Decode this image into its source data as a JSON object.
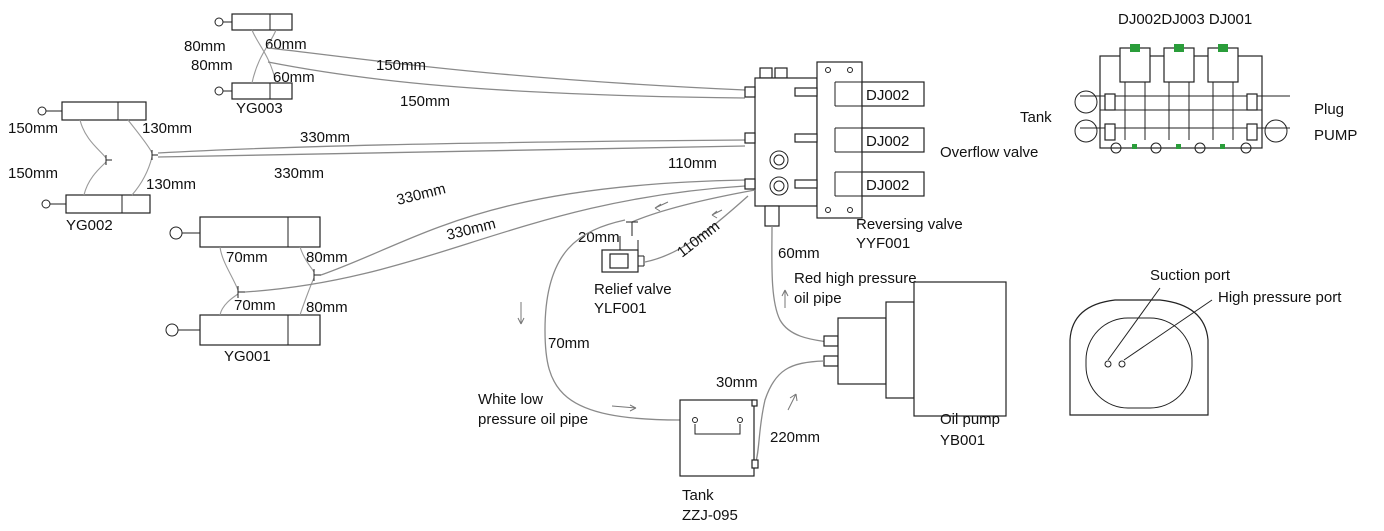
{
  "labels": {
    "yg003": "YG003",
    "yg002": "YG002",
    "yg001": "YG001",
    "l80a": "80mm",
    "l80b": "80mm",
    "l60a": "60mm",
    "l60b": "60mm",
    "l150a": "150mm",
    "l150b": "150mm",
    "l150c": "150mm",
    "l150d": "150mm",
    "l130a": "130mm",
    "l130b": "130mm",
    "l330a": "330mm",
    "l330b": "330mm",
    "l330c": "330mm",
    "l330d": "330mm",
    "l70a": "70mm",
    "l70b": "70mm",
    "l80c": "80mm",
    "l80d": "80mm",
    "l110a": "110mm",
    "l110b": "110mm",
    "l20": "20mm",
    "l60c": "60mm",
    "l70c": "70mm",
    "l30": "30mm",
    "l220": "220mm",
    "dj1": "DJ002",
    "dj2": "DJ002",
    "dj3": "DJ002",
    "rv1": "Reversing valve",
    "rv2": "YYF001",
    "relief1": "Relief valve",
    "relief2": "YLF001",
    "red1": "Red high pressure",
    "red2": "oil pipe",
    "white1": "White low",
    "white2": "pressure oil pipe",
    "tank1": "Tank",
    "tank2": "ZZJ-095",
    "pump1": "Oil pump",
    "pump2": "YB001",
    "manifold_top": "DJ002DJ003 DJ001",
    "m_tank": "Tank",
    "m_overflow": "Overflow valve",
    "m_plug": "Plug",
    "m_pump": "PUMP",
    "suction": "Suction port",
    "highport": "High pressure port"
  }
}
